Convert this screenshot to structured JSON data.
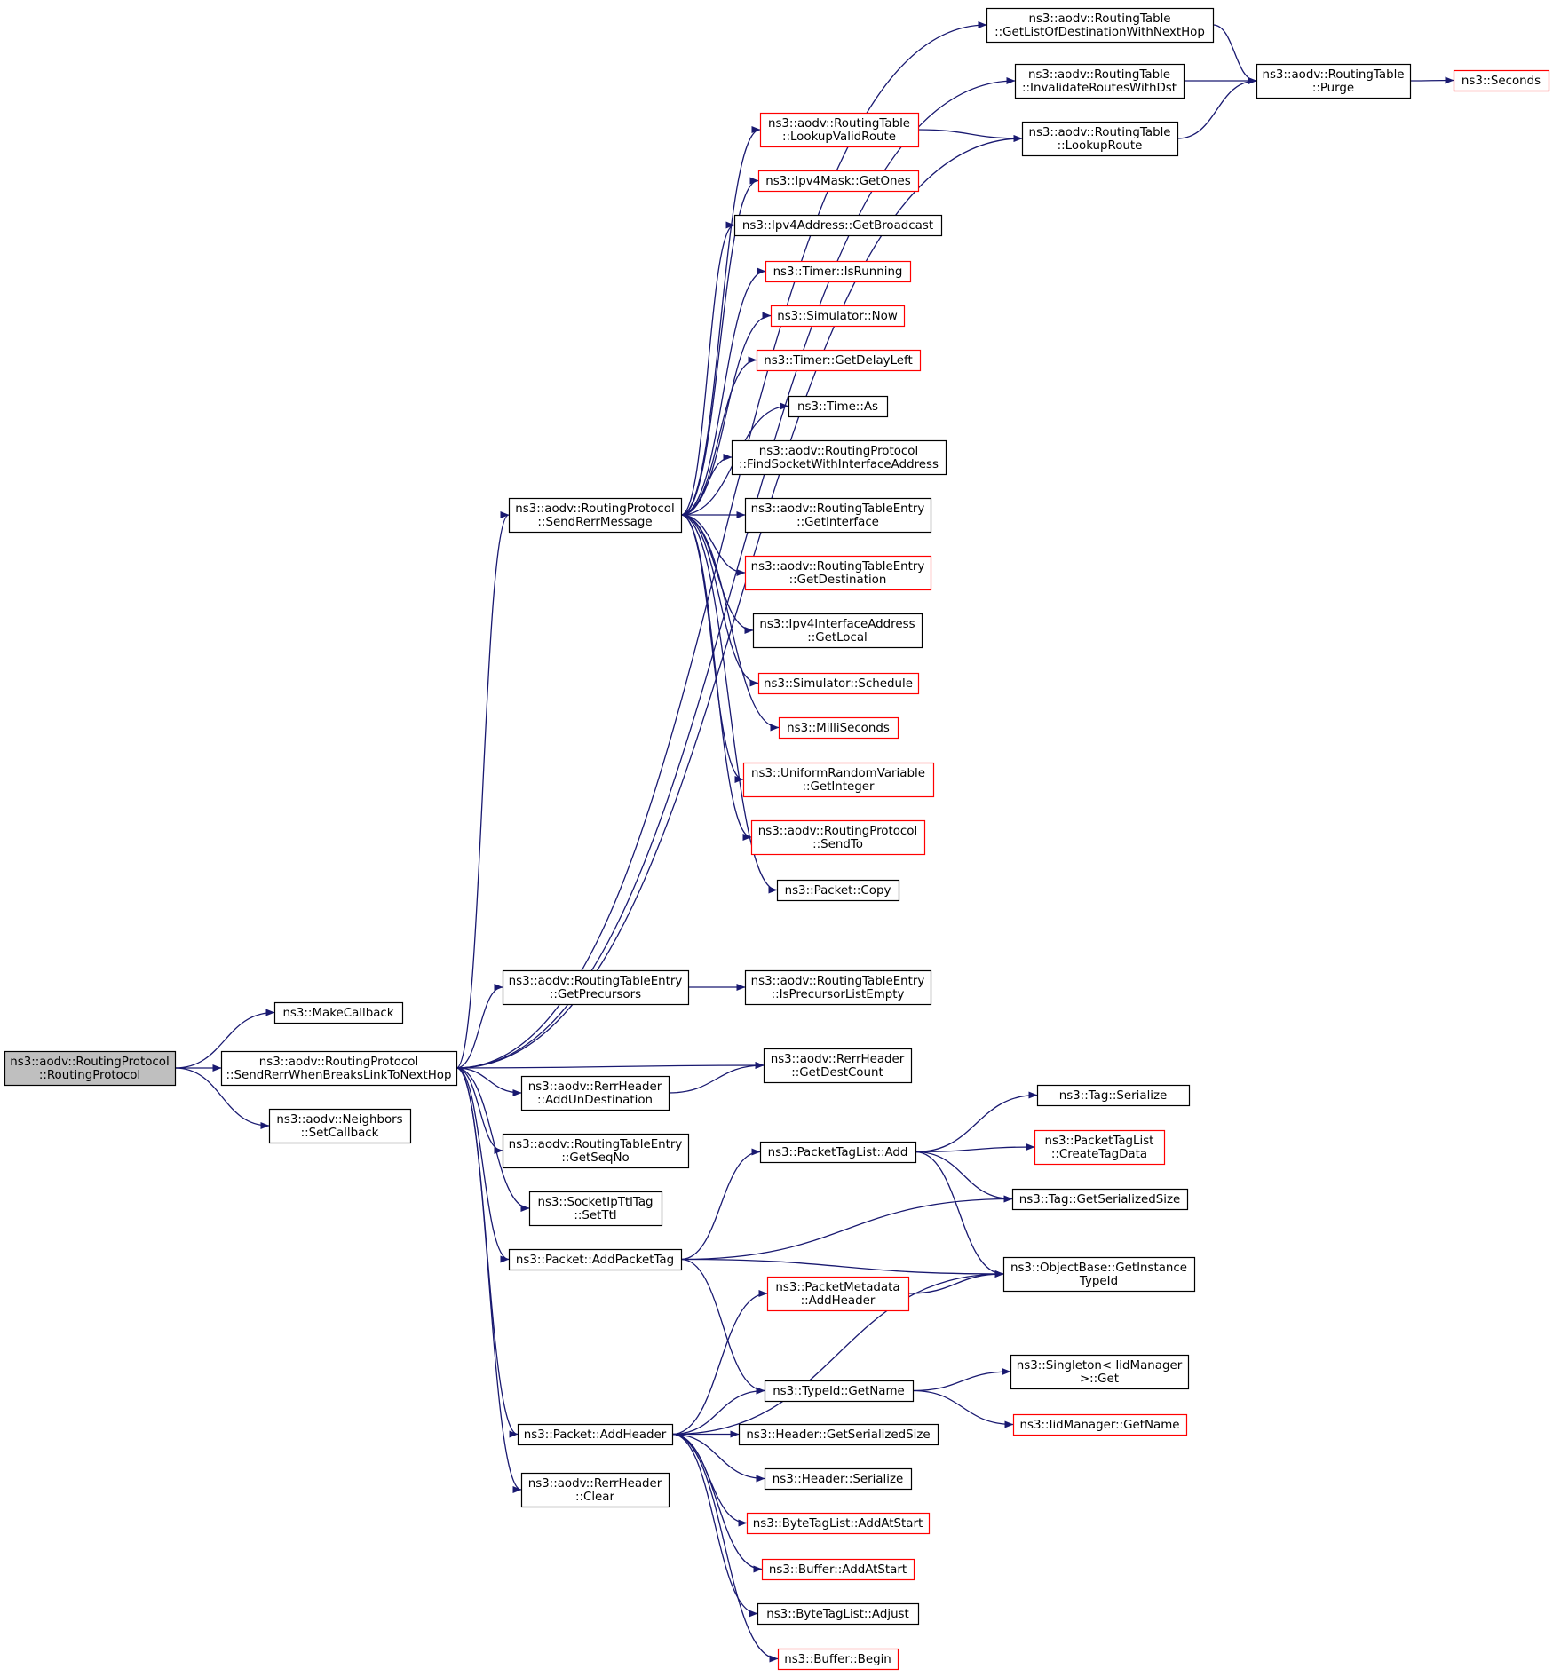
{
  "colors": {
    "edge": "#191970",
    "border_normal": "#000000",
    "border_external": "#ff0000",
    "root_fill": "#bfbfbf",
    "node_fill": "#ffffff"
  },
  "nodes": [
    {
      "id": "root",
      "lines": [
        "ns3::aodv::RoutingProtocol",
        "::RoutingProtocol"
      ],
      "style": "root"
    },
    {
      "id": "makecb",
      "lines": [
        "ns3::MakeCallback"
      ],
      "style": "normal"
    },
    {
      "id": "sendrerrbreaks",
      "lines": [
        "ns3::aodv::RoutingProtocol",
        "::SendRerrWhenBreaksLinkToNextHop"
      ],
      "style": "normal"
    },
    {
      "id": "nbsetcb",
      "lines": [
        "ns3::aodv::Neighbors",
        "::SetCallback"
      ],
      "style": "normal"
    },
    {
      "id": "sendrerrmsg",
      "lines": [
        "ns3::aodv::RoutingProtocol",
        "::SendRerrMessage"
      ],
      "style": "normal"
    },
    {
      "id": "getprecursors",
      "lines": [
        "ns3::aodv::RoutingTableEntry",
        "::GetPrecursors"
      ],
      "style": "normal"
    },
    {
      "id": "addundest",
      "lines": [
        "ns3::aodv::RerrHeader",
        "::AddUnDestination"
      ],
      "style": "normal"
    },
    {
      "id": "getseqno",
      "lines": [
        "ns3::aodv::RoutingTableEntry",
        "::GetSeqNo"
      ],
      "style": "normal"
    },
    {
      "id": "setttl",
      "lines": [
        "ns3::SocketIpTtlTag",
        "::SetTtl"
      ],
      "style": "normal"
    },
    {
      "id": "addpackettag",
      "lines": [
        "ns3::Packet::AddPacketTag"
      ],
      "style": "normal"
    },
    {
      "id": "addheader",
      "lines": [
        "ns3::Packet::AddHeader"
      ],
      "style": "normal"
    },
    {
      "id": "rerrclear",
      "lines": [
        "ns3::aodv::RerrHeader",
        "::Clear"
      ],
      "style": "normal"
    },
    {
      "id": "getlistdest",
      "lines": [
        "ns3::aodv::RoutingTable",
        "::GetListOfDestinationWithNextHop"
      ],
      "style": "normal"
    },
    {
      "id": "invalidate",
      "lines": [
        "ns3::aodv::RoutingTable",
        "::InvalidateRoutesWithDst"
      ],
      "style": "normal"
    },
    {
      "id": "lookupvalid",
      "lines": [
        "ns3::aodv::RoutingTable",
        "::LookupValidRoute"
      ],
      "style": "external"
    },
    {
      "id": "getones",
      "lines": [
        "ns3::Ipv4Mask::GetOnes"
      ],
      "style": "external"
    },
    {
      "id": "getbroadcast",
      "lines": [
        "ns3::Ipv4Address::GetBroadcast"
      ],
      "style": "normal"
    },
    {
      "id": "isrunning",
      "lines": [
        "ns3::Timer::IsRunning"
      ],
      "style": "external"
    },
    {
      "id": "simnow",
      "lines": [
        "ns3::Simulator::Now"
      ],
      "style": "external"
    },
    {
      "id": "getdelayleft",
      "lines": [
        "ns3::Timer::GetDelayLeft"
      ],
      "style": "external"
    },
    {
      "id": "timeas",
      "lines": [
        "ns3::Time::As"
      ],
      "style": "normal"
    },
    {
      "id": "findsocket",
      "lines": [
        "ns3::aodv::RoutingProtocol",
        "::FindSocketWithInterfaceAddress"
      ],
      "style": "normal"
    },
    {
      "id": "getinterface",
      "lines": [
        "ns3::aodv::RoutingTableEntry",
        "::GetInterface"
      ],
      "style": "normal"
    },
    {
      "id": "getdestination",
      "lines": [
        "ns3::aodv::RoutingTableEntry",
        "::GetDestination"
      ],
      "style": "external"
    },
    {
      "id": "getlocal",
      "lines": [
        "ns3::Ipv4InterfaceAddress",
        "::GetLocal"
      ],
      "style": "normal"
    },
    {
      "id": "schedule",
      "lines": [
        "ns3::Simulator::Schedule"
      ],
      "style": "external"
    },
    {
      "id": "milliseconds",
      "lines": [
        "ns3::MilliSeconds"
      ],
      "style": "external"
    },
    {
      "id": "getinteger",
      "lines": [
        "ns3::UniformRandomVariable",
        "::GetInteger"
      ],
      "style": "external"
    },
    {
      "id": "sendto",
      "lines": [
        "ns3::aodv::RoutingProtocol",
        "::SendTo"
      ],
      "style": "external"
    },
    {
      "id": "packetcopy",
      "lines": [
        "ns3::Packet::Copy"
      ],
      "style": "normal"
    },
    {
      "id": "isprecursorempty",
      "lines": [
        "ns3::aodv::RoutingTableEntry",
        "::IsPrecursorListEmpty"
      ],
      "style": "normal"
    },
    {
      "id": "getdestcount",
      "lines": [
        "ns3::aodv::RerrHeader",
        "::GetDestCount"
      ],
      "style": "normal"
    },
    {
      "id": "lookuproute",
      "lines": [
        "ns3::aodv::RoutingTable",
        "::LookupRoute"
      ],
      "style": "normal"
    },
    {
      "id": "purge",
      "lines": [
        "ns3::aodv::RoutingTable",
        "::Purge"
      ],
      "style": "normal"
    },
    {
      "id": "seconds",
      "lines": [
        "ns3::Seconds"
      ],
      "style": "external"
    },
    {
      "id": "packettaglistadd",
      "lines": [
        "ns3::PacketTagList::Add"
      ],
      "style": "normal"
    },
    {
      "id": "tagserialize",
      "lines": [
        "ns3::Tag::Serialize"
      ],
      "style": "normal"
    },
    {
      "id": "createtagdata",
      "lines": [
        "ns3::PacketTagList",
        "::CreateTagData"
      ],
      "style": "external"
    },
    {
      "id": "taggetsize",
      "lines": [
        "ns3::Tag::GetSerializedSize"
      ],
      "style": "normal"
    },
    {
      "id": "getinstancetypeid",
      "lines": [
        "ns3::ObjectBase::GetInstance",
        "TypeId"
      ],
      "style": "normal"
    },
    {
      "id": "metaaddheader",
      "lines": [
        "ns3::PacketMetadata",
        "::AddHeader"
      ],
      "style": "external"
    },
    {
      "id": "typeidgetname",
      "lines": [
        "ns3::TypeId::GetName"
      ],
      "style": "normal"
    },
    {
      "id": "singletonget",
      "lines": [
        "ns3::Singleton< IidManager",
        ">::Get"
      ],
      "style": "normal"
    },
    {
      "id": "iidgetname",
      "lines": [
        "ns3::IidManager::GetName"
      ],
      "style": "external"
    },
    {
      "id": "hdrgetsize",
      "lines": [
        "ns3::Header::GetSerializedSize"
      ],
      "style": "normal"
    },
    {
      "id": "hdrserialize",
      "lines": [
        "ns3::Header::Serialize"
      ],
      "style": "normal"
    },
    {
      "id": "bytetagaddatstart",
      "lines": [
        "ns3::ByteTagList::AddAtStart"
      ],
      "style": "external"
    },
    {
      "id": "bufferaddatstart",
      "lines": [
        "ns3::Buffer::AddAtStart"
      ],
      "style": "external"
    },
    {
      "id": "bytetagadjust",
      "lines": [
        "ns3::ByteTagList::Adjust"
      ],
      "style": "normal"
    },
    {
      "id": "bufferbegin",
      "lines": [
        "ns3::Buffer::Begin"
      ],
      "style": "external"
    }
  ],
  "edges": [
    [
      "root",
      "makecb"
    ],
    [
      "root",
      "sendrerrbreaks"
    ],
    [
      "root",
      "nbsetcb"
    ],
    [
      "sendrerrbreaks",
      "getlistdest"
    ],
    [
      "sendrerrbreaks",
      "invalidate"
    ],
    [
      "sendrerrbreaks",
      "sendrerrmsg"
    ],
    [
      "sendrerrbreaks",
      "lookuproute"
    ],
    [
      "sendrerrbreaks",
      "getprecursors"
    ],
    [
      "sendrerrbreaks",
      "getdestcount"
    ],
    [
      "sendrerrbreaks",
      "addundest"
    ],
    [
      "sendrerrbreaks",
      "getseqno"
    ],
    [
      "sendrerrbreaks",
      "setttl"
    ],
    [
      "sendrerrbreaks",
      "addpackettag"
    ],
    [
      "sendrerrbreaks",
      "addheader"
    ],
    [
      "sendrerrbreaks",
      "rerrclear"
    ],
    [
      "sendrerrmsg",
      "lookupvalid"
    ],
    [
      "sendrerrmsg",
      "getones"
    ],
    [
      "sendrerrmsg",
      "getbroadcast"
    ],
    [
      "sendrerrmsg",
      "isrunning"
    ],
    [
      "sendrerrmsg",
      "simnow"
    ],
    [
      "sendrerrmsg",
      "getdelayleft"
    ],
    [
      "sendrerrmsg",
      "timeas"
    ],
    [
      "sendrerrmsg",
      "findsocket"
    ],
    [
      "sendrerrmsg",
      "getinterface"
    ],
    [
      "sendrerrmsg",
      "getdestination"
    ],
    [
      "sendrerrmsg",
      "getlocal"
    ],
    [
      "sendrerrmsg",
      "schedule"
    ],
    [
      "sendrerrmsg",
      "milliseconds"
    ],
    [
      "sendrerrmsg",
      "getinteger"
    ],
    [
      "sendrerrmsg",
      "sendto"
    ],
    [
      "sendrerrmsg",
      "packetcopy"
    ],
    [
      "getlistdest",
      "purge"
    ],
    [
      "invalidate",
      "purge"
    ],
    [
      "lookupvalid",
      "lookuproute"
    ],
    [
      "lookuproute",
      "purge"
    ],
    [
      "purge",
      "seconds"
    ],
    [
      "getprecursors",
      "isprecursorempty"
    ],
    [
      "addundest",
      "getdestcount"
    ],
    [
      "addpackettag",
      "packettaglistadd"
    ],
    [
      "addpackettag",
      "taggetsize"
    ],
    [
      "addpackettag",
      "getinstancetypeid"
    ],
    [
      "addpackettag",
      "typeidgetname"
    ],
    [
      "packettaglistadd",
      "tagserialize"
    ],
    [
      "packettaglistadd",
      "createtagdata"
    ],
    [
      "packettaglistadd",
      "taggetsize"
    ],
    [
      "packettaglistadd",
      "getinstancetypeid"
    ],
    [
      "addheader",
      "metaaddheader"
    ],
    [
      "addheader",
      "getinstancetypeid"
    ],
    [
      "addheader",
      "typeidgetname"
    ],
    [
      "addheader",
      "hdrgetsize"
    ],
    [
      "addheader",
      "hdrserialize"
    ],
    [
      "addheader",
      "bytetagaddatstart"
    ],
    [
      "addheader",
      "bufferaddatstart"
    ],
    [
      "addheader",
      "bytetagadjust"
    ],
    [
      "addheader",
      "bufferbegin"
    ],
    [
      "metaaddheader",
      "getinstancetypeid"
    ],
    [
      "typeidgetname",
      "singletonget"
    ],
    [
      "typeidgetname",
      "iidgetname"
    ]
  ]
}
